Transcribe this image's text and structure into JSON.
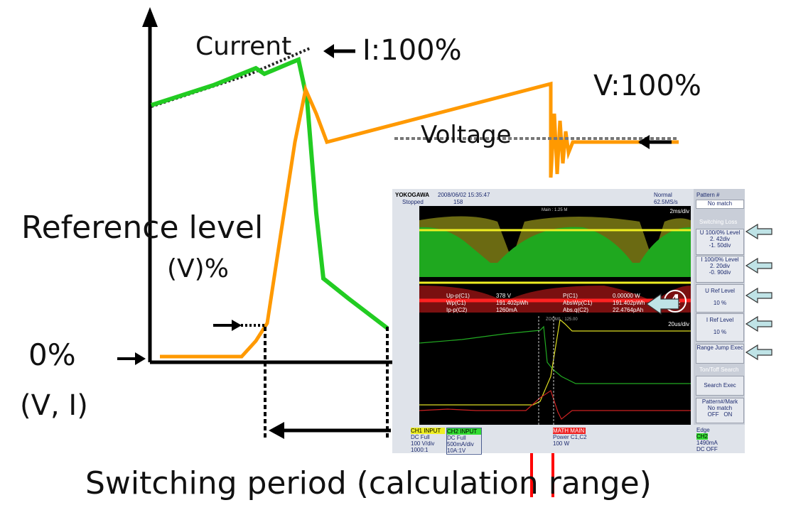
{
  "diagram": {
    "current_label": "Current",
    "current_100": "I:100%",
    "voltage_label": "Voltage",
    "voltage_100": "V:100%",
    "ref_level": "Reference level",
    "ref_level_unit": "(V)%",
    "zero": "0%",
    "zero_unit": "(V, I)",
    "period": "Switching period (calculation range)",
    "colors": {
      "current": "#22cc22",
      "voltage": "#ff9900"
    }
  },
  "scope": {
    "brand": "YOKOGAWA",
    "datetime": "2008/06/02 15:35:47",
    "status": "Stopped",
    "count": "158",
    "mode": "Normal",
    "rate": "62.5MS/s",
    "main": "Main : 1.25 M",
    "timebase": "2ms/div",
    "zoom": "ZOOM1 : 125.00",
    "zoom_timebase": "20us/div",
    "measurements": [
      {
        "name": "Up-p(C1)",
        "value": "378 V",
        "name2": "P(C1)",
        "value2": "0.00000 W"
      },
      {
        "name": "Wp(C1)",
        "value": "191.402pWh",
        "name2": "AbsWp(C1)",
        "value2": "191.402pWh"
      },
      {
        "name": "Ip-p(C2)",
        "value": "1260mA",
        "name2": "Abs.q(C2)",
        "value2": "22.4764pAh"
      }
    ],
    "marker": "4",
    "panel": {
      "pattern_label": "Pattern #",
      "pattern_value": "No match",
      "switching_loss": "Switching Loss",
      "u_level": "U 100/0% Level",
      "u_hi": "2. 42div",
      "u_lo": "-1. 50div",
      "i_level": "I 100/0% Level",
      "i_hi": "2. 20div",
      "i_lo": "-0. 90div",
      "u_ref": "U Ref Level",
      "u_ref_val": "10 %",
      "i_ref": "I Ref Level",
      "i_ref_val": "10 %",
      "range_jump": "Range Jump Exec",
      "ton_toff": "Ton/Toff Search",
      "search_exec": "Search Exec",
      "pattern_mark": "Pattern#/Mark",
      "pm_value": "No match",
      "off": "OFF",
      "on": "ON"
    },
    "ch1": {
      "title": "CH1 INPUT",
      "l1": "DC Full",
      "l2": "100 V/div",
      "l3": "1000:1"
    },
    "ch2": {
      "title": "CH2 INPUT",
      "l1": "DC Full",
      "l2": "500mA/div",
      "l3": "10A:1V"
    },
    "math": {
      "title": "MATH  MAIN",
      "l1": "Power C1,C2",
      "l2": "100 W"
    },
    "trigger": {
      "type": "Edge",
      "src": "CH2",
      "level": "1490mA",
      "coupling": "DC OFF"
    }
  }
}
